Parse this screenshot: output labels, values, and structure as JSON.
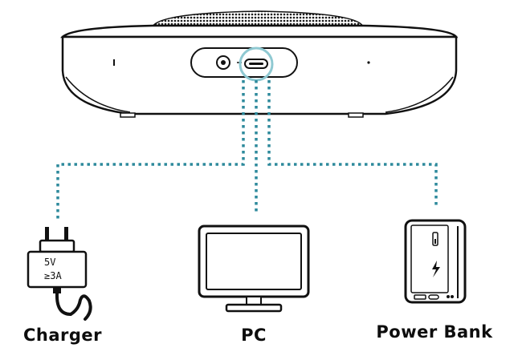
{
  "diagram": {
    "devices": [
      {
        "id": "charger",
        "label": "Charger"
      },
      {
        "id": "pc",
        "label": "PC"
      },
      {
        "id": "powerbank",
        "label": "Power Bank"
      }
    ],
    "charger_rating": {
      "voltage": "5V",
      "current": "≥3A"
    }
  },
  "colors": {
    "line": "#111111",
    "connection": "#2e8a9c",
    "port_highlight": "#8fc9d2",
    "speaker_mesh": "#1a1a1a"
  },
  "icons": [
    "speakerphone-icon",
    "usb-c-port-icon",
    "charger-icon",
    "monitor-icon",
    "power-bank-icon",
    "lightning-icon"
  ]
}
